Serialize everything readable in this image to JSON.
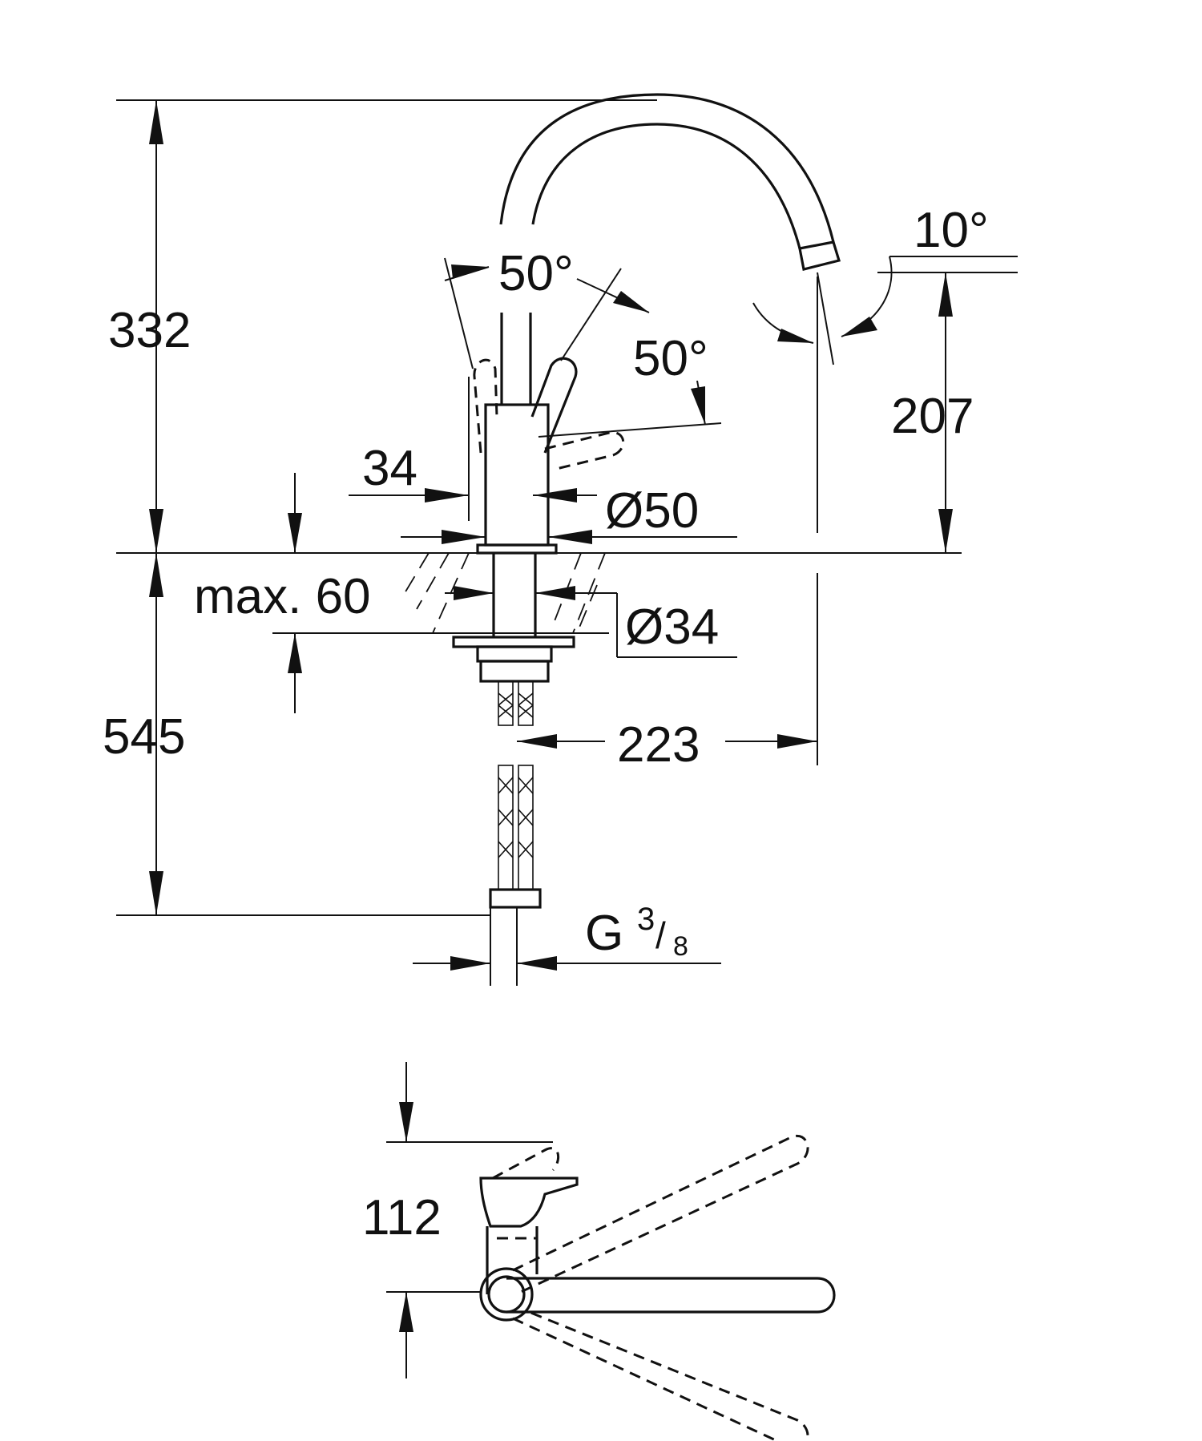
{
  "drawing": {
    "labels": {
      "total_height": "332",
      "lever_tilt_angle": "50°",
      "lever_swing_angle": "50°",
      "spout_angle": "10°",
      "spout_height": "207",
      "hole_diameter": "34",
      "base_diameter": "Ø50",
      "shank_diameter": "Ø34",
      "max_thickness": "max. 60",
      "hose_length": "545",
      "spout_reach": "223",
      "thread_letter": "G",
      "thread_numerator": "3",
      "thread_slash": "/",
      "thread_denominator": "8",
      "lever_clearance": "112"
    },
    "colors": {
      "line": "#111111",
      "background": "#ffffff"
    }
  }
}
